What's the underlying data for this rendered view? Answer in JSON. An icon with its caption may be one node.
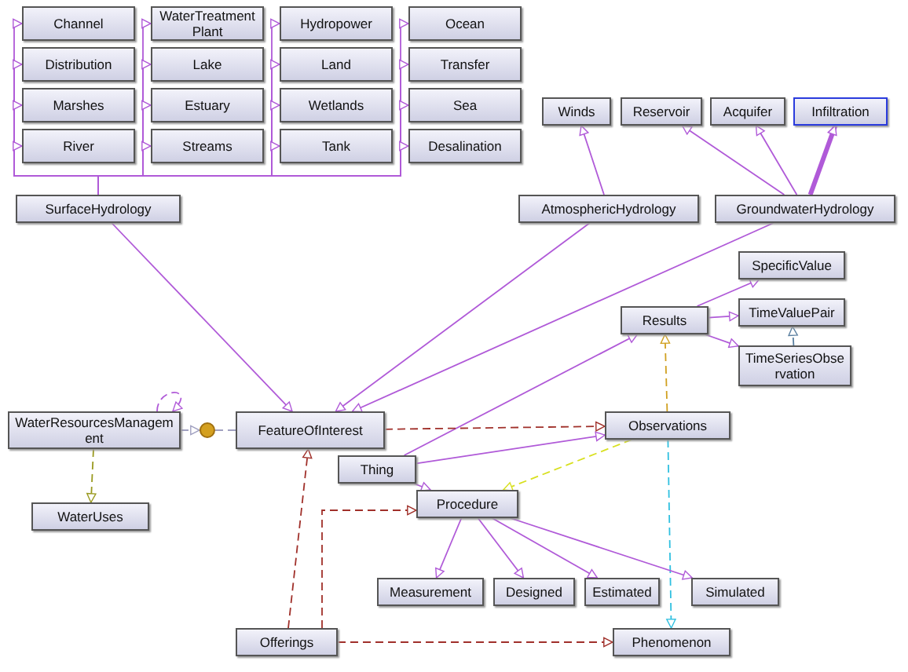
{
  "diagram": {
    "nodes": [
      {
        "text": [
          "Channel"
        ]
      },
      {
        "text": [
          "WaterTreatmentPlant"
        ]
      },
      {
        "text": [
          "Hydropower"
        ]
      },
      {
        "text": [
          "Ocean"
        ]
      },
      {
        "text": [
          "Distribution"
        ]
      },
      {
        "text": [
          "Lake"
        ]
      },
      {
        "text": [
          "Land"
        ]
      },
      {
        "text": [
          "Transfer"
        ]
      },
      {
        "text": [
          "Marshes"
        ]
      },
      {
        "text": [
          "Estuary"
        ]
      },
      {
        "text": [
          "Wetlands"
        ]
      },
      {
        "text": [
          "Sea"
        ]
      },
      {
        "text": [
          "River"
        ]
      },
      {
        "text": [
          "Streams"
        ]
      },
      {
        "text": [
          "Tank"
        ]
      },
      {
        "text": [
          "Desalination"
        ]
      },
      {
        "text": [
          "Acquifer"
        ]
      },
      {
        "text": [
          "Winds"
        ]
      },
      {
        "text": [
          "Reservoir"
        ]
      },
      {
        "text": [
          "Infiltration"
        ]
      },
      {
        "text": [
          "SpecificValue"
        ]
      },
      {
        "text": [
          "SurfaceHydrology"
        ]
      },
      {
        "text": [
          "AtmosphericHydrology"
        ]
      },
      {
        "text": [
          "GroundwaterHydrology"
        ]
      },
      {
        "text": [
          "Results"
        ]
      },
      {
        "text": [
          "TimeValuePair"
        ]
      },
      {
        "text": [
          "TimeSeriesObservation"
        ]
      },
      {
        "text": [
          "WaterResourcesManagement"
        ]
      },
      {
        "text": [],
        "shape": "circle"
      },
      {
        "text": [
          "FeatureOfInterest"
        ]
      },
      {
        "text": [
          "Observations"
        ]
      },
      {
        "text": [
          "Thing"
        ]
      },
      {
        "text": [
          "Procedure"
        ]
      },
      {
        "text": [
          "WaterUses"
        ]
      },
      {
        "text": [
          "Measurement"
        ]
      },
      {
        "text": [
          "Simulated"
        ]
      },
      {
        "text": [
          "Designed"
        ]
      },
      {
        "text": [
          "Estimated"
        ]
      },
      {
        "text": [
          "Offerings"
        ]
      },
      {
        "text": [
          "Phenomenon"
        ]
      }
    ],
    "edges": [
      {
        "from": 21,
        "to": 0,
        "arrow": "to"
      },
      {
        "from": 21,
        "to": 1,
        "arrow": "to"
      },
      {
        "from": 21,
        "to": 2,
        "arrow": "to"
      },
      {
        "from": 21,
        "to": 3,
        "arrow": "to"
      },
      {
        "from": 21,
        "to": 4,
        "arrow": "to"
      },
      {
        "from": 21,
        "to": 5,
        "arrow": "to"
      },
      {
        "from": 21,
        "to": 6,
        "arrow": "to"
      },
      {
        "from": 21,
        "to": 7,
        "arrow": "to"
      },
      {
        "from": 21,
        "to": 8,
        "arrow": "to"
      },
      {
        "from": 21,
        "to": 9,
        "arrow": "to"
      },
      {
        "from": 21,
        "to": 10,
        "arrow": "to"
      },
      {
        "from": 21,
        "to": 11,
        "arrow": "to"
      },
      {
        "from": 21,
        "to": 12,
        "arrow": "to"
      },
      {
        "from": 21,
        "to": 13,
        "arrow": "to"
      },
      {
        "from": 21,
        "to": 14,
        "arrow": "to"
      },
      {
        "from": 21,
        "to": 15,
        "arrow": "to"
      },
      {
        "from": 22,
        "to": 17,
        "arrow": "to"
      },
      {
        "from": 23,
        "to": 18,
        "arrow": "to"
      },
      {
        "from": 23,
        "to": 16,
        "arrow": "to"
      },
      {
        "from": 23,
        "to": 19,
        "arrow": "to",
        "style": "thick"
      },
      {
        "from": 21,
        "to": 29,
        "arrow": "to"
      },
      {
        "from": 22,
        "to": 29,
        "arrow": "to"
      },
      {
        "from": 23,
        "to": 29,
        "arrow": "to"
      },
      {
        "from": 24,
        "to": 20,
        "arrow": "to"
      },
      {
        "from": 24,
        "to": 25,
        "arrow": "to"
      },
      {
        "from": 24,
        "to": 26,
        "arrow": "to"
      },
      {
        "from": 26,
        "to": 25,
        "arrow": "to",
        "style": "dashed",
        "color": "#5a7fa0"
      },
      {
        "from": 31,
        "to": 24,
        "arrow": "to"
      },
      {
        "from": 31,
        "to": 30,
        "arrow": "to"
      },
      {
        "from": 31,
        "to": 32,
        "arrow": "to"
      },
      {
        "from": 29,
        "to": 30,
        "arrow": "to",
        "style": "dashed",
        "color": "#a0302a"
      },
      {
        "from": 30,
        "to": 24,
        "arrow": "to",
        "style": "dashed",
        "color": "#d0a020"
      },
      {
        "from": 30,
        "to": 32,
        "arrow": "to",
        "style": "dashed",
        "color": "#d8e020"
      },
      {
        "from": 30,
        "to": 39,
        "arrow": "to",
        "style": "dashed",
        "color": "#30c0e0"
      },
      {
        "from": 32,
        "to": 34,
        "arrow": "to"
      },
      {
        "from": 32,
        "to": 35,
        "arrow": "to"
      },
      {
        "from": 32,
        "to": 36,
        "arrow": "to"
      },
      {
        "from": 32,
        "to": 37,
        "arrow": "to"
      },
      {
        "from": 38,
        "to": 29,
        "arrow": "to",
        "style": "dashed",
        "color": "#a0302a"
      },
      {
        "from": 38,
        "to": 32,
        "arrow": "to",
        "style": "dashed",
        "color": "#a0302a"
      },
      {
        "from": 38,
        "to": 39,
        "arrow": "to",
        "style": "dashed",
        "color": "#a0302a"
      },
      {
        "from": 29,
        "to": 28,
        "arrow": "none",
        "style": "dashed",
        "color": "#a0a0c0"
      },
      {
        "from": 27,
        "to": 28,
        "arrow": "to",
        "style": "dashed",
        "color": "#a0a0c0"
      },
      {
        "from": 27,
        "to": 33,
        "arrow": "to",
        "style": "dashed",
        "color": "#9a9a20"
      },
      {
        "from": 27,
        "to": 27,
        "arrow": "to",
        "style": "dashed"
      }
    ]
  }
}
